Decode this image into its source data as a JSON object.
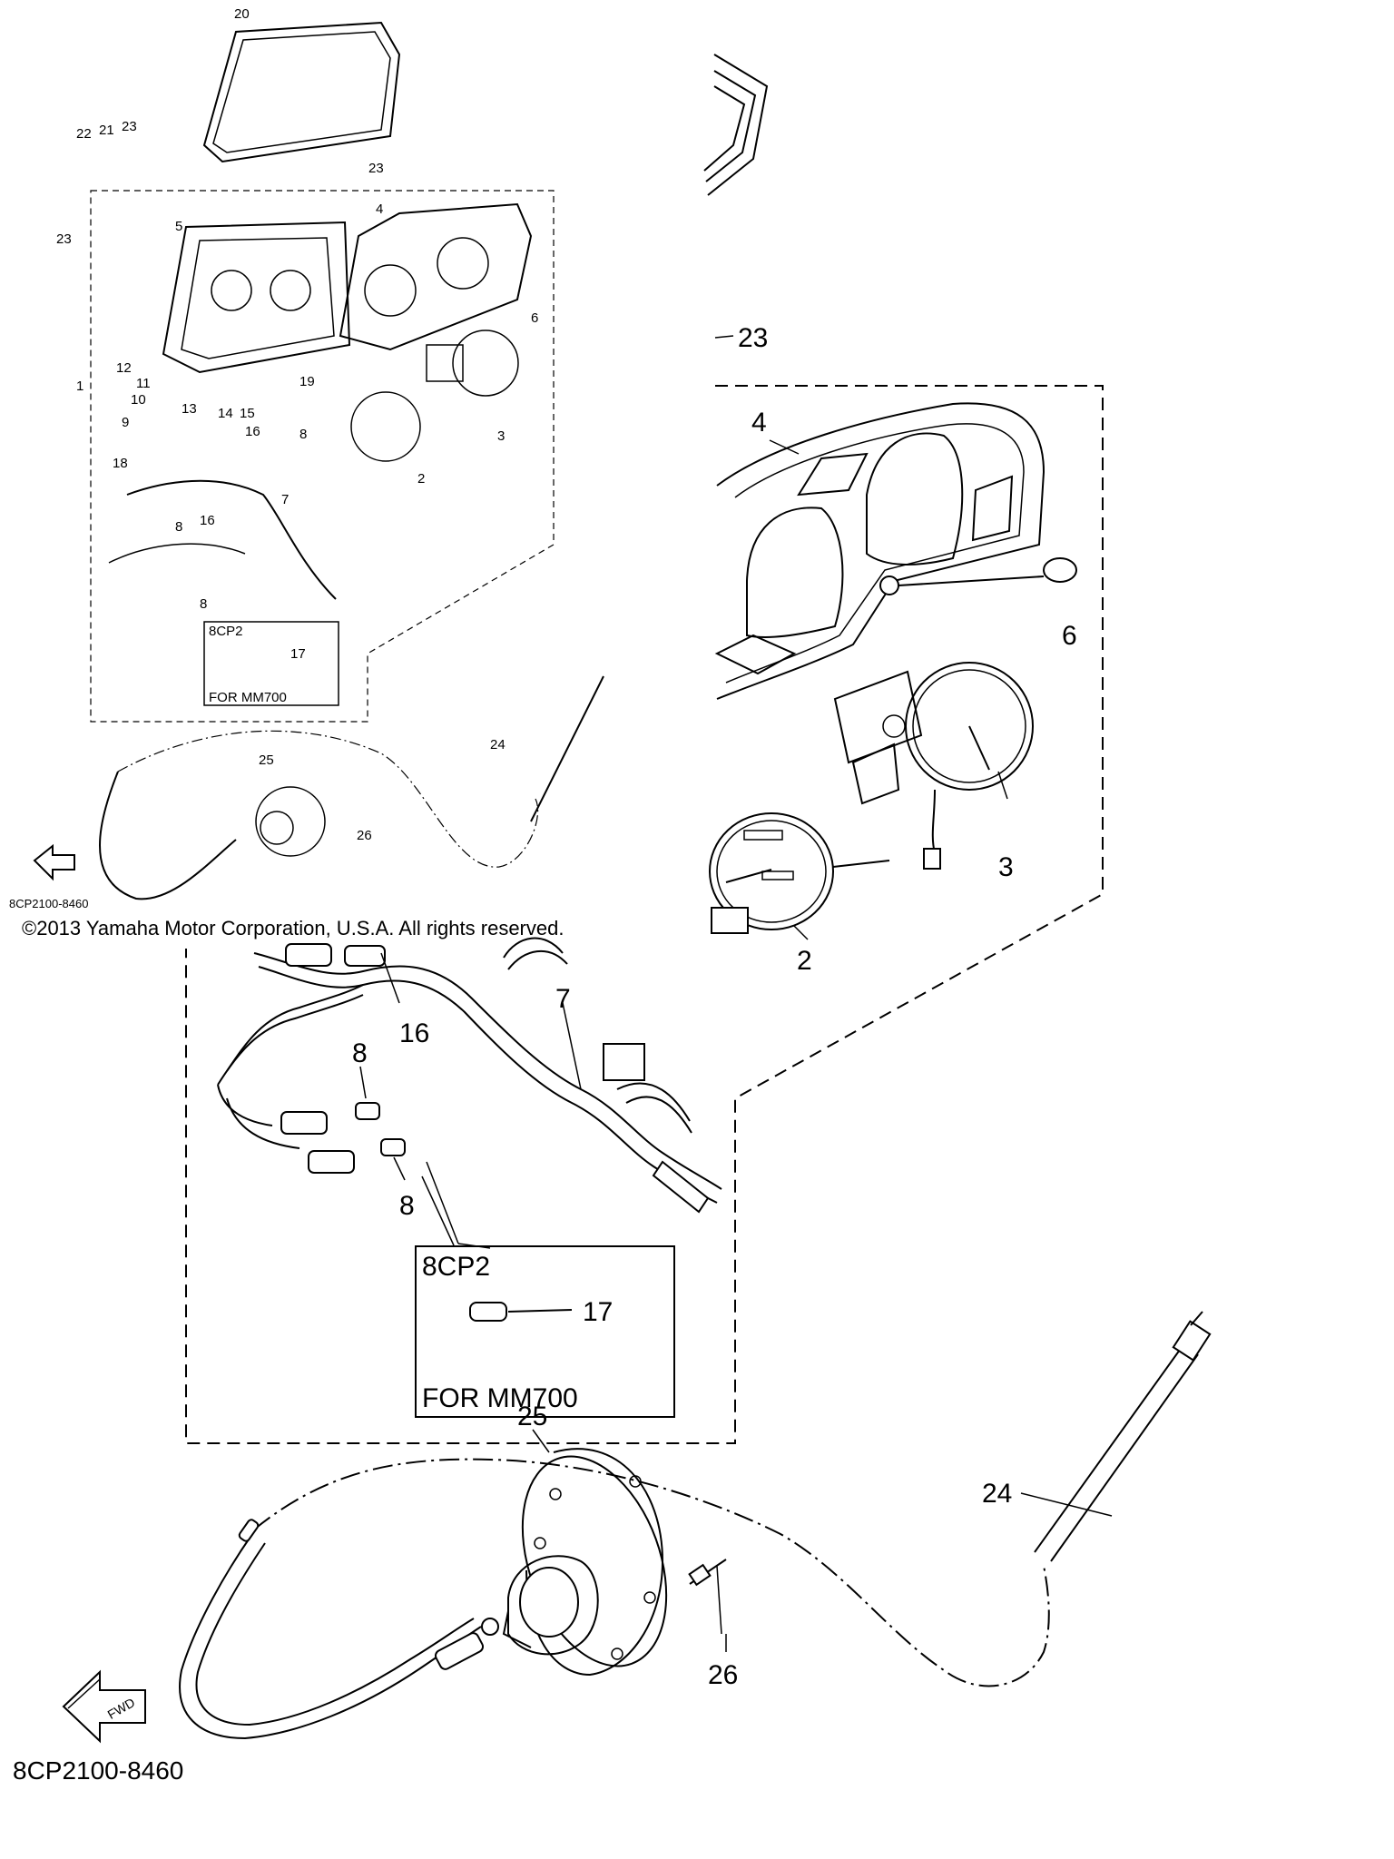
{
  "copyright": "©2013 Yamaha Motor Corporation, U.S.A. All rights reserved.",
  "diagram_code": "8CP2100-8460",
  "inset": {
    "model": "8CP2",
    "note": "FOR MM700",
    "part": "17"
  },
  "fwd_label": "FWD",
  "part_numbers": [
    "1",
    "2",
    "3",
    "4",
    "5",
    "6",
    "7",
    "8",
    "9",
    "10",
    "11",
    "12",
    "13",
    "14",
    "15",
    "16",
    "17",
    "18",
    "19",
    "20",
    "21",
    "22",
    "23",
    "24",
    "25",
    "26"
  ]
}
